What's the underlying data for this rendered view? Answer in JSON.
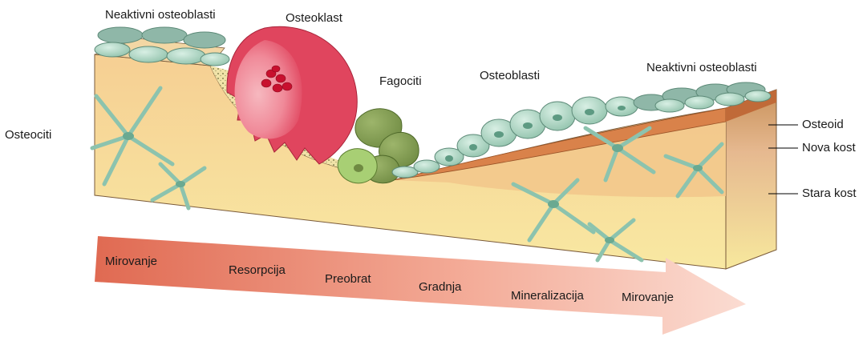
{
  "labels": {
    "inactive_osteoblasts_left": "Neaktivni osteoblasti",
    "osteoclast": "Osteoklast",
    "phagocytes": "Fagociti",
    "osteoblasts": "Osteoblasti",
    "inactive_osteoblasts_right": "Neaktivni osteoblasti",
    "osteocytes": "Osteociti",
    "osteoid": "Osteoid",
    "new_bone": "Nova kost",
    "old_bone": "Stara kost"
  },
  "stages": [
    "Mirovanje",
    "Resorpcija",
    "Preobrat",
    "Gradnja",
    "Mineralizacija",
    "Mirovanje"
  ],
  "colors": {
    "bone_light": "#f7e79a",
    "bone_top": "#f6c98e",
    "osteoid": "#d9824a",
    "osteoclast": "#e0455e",
    "osteoclast_light": "#f2a3ad",
    "nucleus": "#c8102e",
    "osteoblast": "#b8dccb",
    "phagocyte": "#7f9a4e",
    "osteocyte": "#b5dccb",
    "arrow_start": "#e06a52",
    "arrow_end": "#f9d5cc"
  }
}
